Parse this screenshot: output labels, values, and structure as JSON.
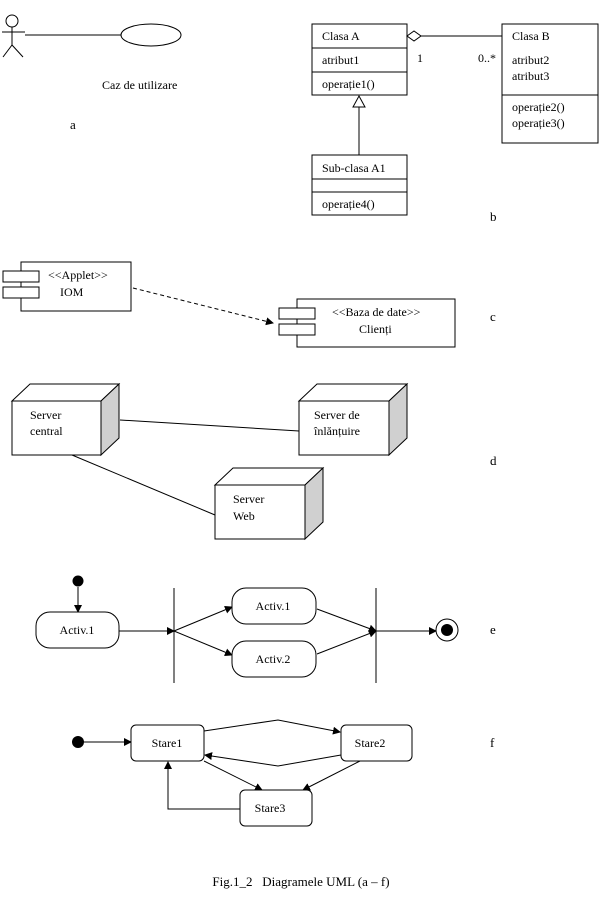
{
  "panels": {
    "a": {
      "label": "a",
      "use_case_label": "Caz de utilizare"
    },
    "b": {
      "label": "b",
      "class_a": {
        "name": "Clasa A",
        "attributes": [
          "atribut1"
        ],
        "operations": [
          "operație1()"
        ]
      },
      "class_b": {
        "name": "Clasa B",
        "attributes": [
          "atribut2",
          "atribut3"
        ],
        "operations": [
          "operație2()",
          "operație3()"
        ]
      },
      "sub_class": {
        "name": "Sub-clasa A1",
        "attributes": [],
        "operations": [
          "operație4()"
        ]
      },
      "multiplicity_a": "1",
      "multiplicity_b": "0..*"
    },
    "c": {
      "label": "c",
      "component1": {
        "stereotype": "<<Applet>>",
        "name": "IOM"
      },
      "component2": {
        "stereotype": "<<Baza de date>>",
        "name": "Clienți"
      }
    },
    "d": {
      "label": "d",
      "node1": {
        "line1": "Server",
        "line2": "central"
      },
      "node2": {
        "line1": "Server  de",
        "line2": "înlănțuire"
      },
      "node3": {
        "line1": "Server",
        "line2": "Web"
      }
    },
    "e": {
      "label": "e",
      "activity_start": "Activ.1",
      "activity_parallel_1": "Activ.1",
      "activity_parallel_2": "Activ.2"
    },
    "f": {
      "label": "f",
      "state1": "Stare1",
      "state2": "Stare2",
      "state3": "Stare3"
    }
  },
  "caption": "Fig.1_2   Diagramele UML (a – f)"
}
